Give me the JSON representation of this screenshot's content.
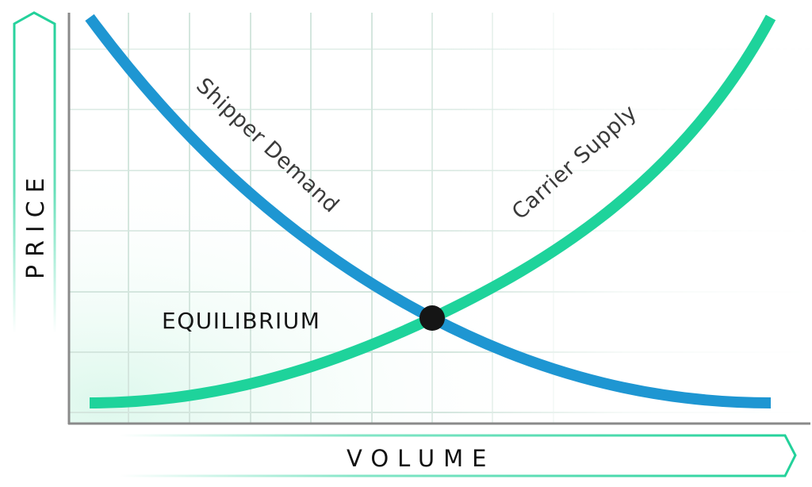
{
  "chart_data": {
    "type": "line",
    "title": "",
    "xlabel": "VOLUME",
    "ylabel": "PRICE",
    "grid": true,
    "legend": "none (inline curve labels)",
    "xlim": [
      0,
      10
    ],
    "ylim": [
      0,
      10
    ],
    "series": [
      {
        "name": "Shipper Demand",
        "color": "#1E96D2",
        "trend": "decreasing, convex",
        "points": [
          [
            0.3,
            9.8
          ],
          [
            1.0,
            8.3
          ],
          [
            2.0,
            6.6
          ],
          [
            3.0,
            5.2
          ],
          [
            4.0,
            4.1
          ],
          [
            5.3,
            3.0
          ],
          [
            6.5,
            2.2
          ],
          [
            7.5,
            1.7
          ],
          [
            8.5,
            1.4
          ],
          [
            9.5,
            1.3
          ]
        ]
      },
      {
        "name": "Carrier Supply",
        "color": "#1ED39B",
        "trend": "increasing, convex",
        "points": [
          [
            0.3,
            1.3
          ],
          [
            1.5,
            1.4
          ],
          [
            2.5,
            1.7
          ],
          [
            3.5,
            2.1
          ],
          [
            4.5,
            2.6
          ],
          [
            5.3,
            3.0
          ],
          [
            6.5,
            4.0
          ],
          [
            7.5,
            5.2
          ],
          [
            8.5,
            6.9
          ],
          [
            9.5,
            9.8
          ]
        ]
      }
    ],
    "annotations": [
      {
        "text": "EQUILIBRIUM",
        "point": [
          5.3,
          3.0
        ],
        "marker": "filled black circle"
      }
    ]
  },
  "labels": {
    "y_axis": "PRICE",
    "x_axis": "VOLUME",
    "equilibrium": "EQUILIBRIUM",
    "demand_curve": "Shipper Demand",
    "supply_curve": "Carrier Supply"
  },
  "colors": {
    "demand": "#1E96D2",
    "supply": "#1ED39B",
    "equilibrium_dot": "#151515",
    "axis": "#8a8a8a",
    "grid": "#dbe9e3",
    "arrow_outline": "#22D19A"
  }
}
